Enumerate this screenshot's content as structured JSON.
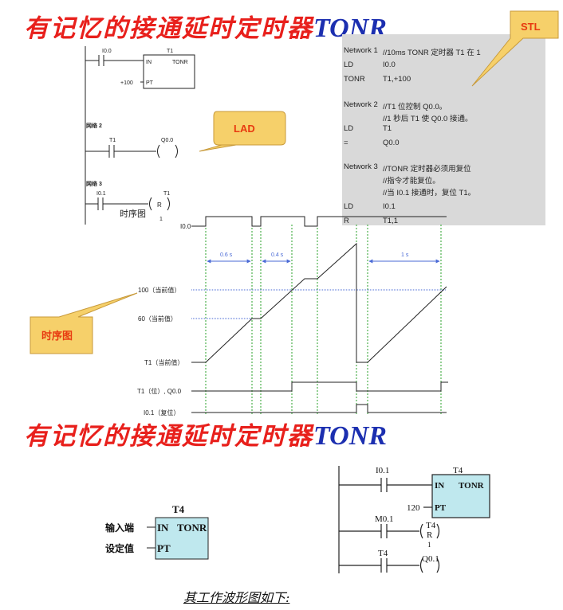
{
  "title_top": {
    "cn": "有记忆的接通延时定时器",
    "en": "TONR"
  },
  "title_bottom": {
    "cn": "有记忆的接通延时定时器",
    "en": "TONR"
  },
  "callouts": {
    "stl": "STL",
    "lad": "LAD",
    "timing": "时序图"
  },
  "lad_top": {
    "net1": {
      "contact": "I0.0",
      "timer": "T1",
      "in": "IN",
      "type": "TONR",
      "pt_value": "+100",
      "pt": "PT"
    },
    "net2": {
      "header": "网络 2",
      "contact": "T1",
      "coil": "Q0.0"
    },
    "net3": {
      "header": "网络 3",
      "contact": "I0.1",
      "timer": "T1",
      "reset": "R",
      "count": "1",
      "overlay": "时序图"
    }
  },
  "stl": {
    "lines": [
      {
        "op": "Network 1",
        "arg": "//10ms TONR 定时器 T1 在 1"
      },
      {
        "op": "LD",
        "arg": "I0.0"
      },
      {
        "op": "TONR",
        "arg": "T1,+100"
      },
      {
        "op": "Network 2",
        "arg": "//T1 位控制 Q0.0。"
      },
      {
        "op": "",
        "arg": "//1 秒后 T1 使 Q0.0 接通。"
      },
      {
        "op": "LD",
        "arg": "T1"
      },
      {
        "op": "=",
        "arg": "Q0.0"
      },
      {
        "op": "Network 3",
        "arg": "//TONR 定时器必须用复位"
      },
      {
        "op": "",
        "arg": "//指令才能复位。"
      },
      {
        "op": "",
        "arg": "//当 I0.1 接通时，复位 T1。"
      },
      {
        "op": "LD",
        "arg": "I0.1"
      },
      {
        "op": "R",
        "arg": "T1,1"
      }
    ]
  },
  "timing": {
    "signals": [
      "I0.0",
      "100（当前值）",
      "60（当前值）",
      "T1（当前值）",
      "T1（位）, Q0.0",
      "I0.1（复位）"
    ],
    "intervals": [
      "0.6 s",
      "0.4 s",
      "1 s"
    ]
  },
  "bottom_box": {
    "title": "T4",
    "in": "IN",
    "type": "TONR",
    "pt": "PT",
    "in_label": "输入端",
    "pt_label": "设定值"
  },
  "lad_bottom": {
    "rung1": {
      "contact": "I0.1",
      "timer": "T4",
      "in": "IN",
      "type": "TONR",
      "pt_value": "120",
      "pt": "PT"
    },
    "rung2": {
      "contact": "M0.1",
      "coil_top": "T4",
      "reset": "R",
      "count": "1"
    },
    "rung3": {
      "contact": "T4",
      "coil": "Q0.1"
    }
  },
  "caption": "其工作波形图如下:",
  "colors": {
    "title_red": "#e8201c",
    "title_blue": "#1c2fb0",
    "callout_fill": "#f6d06a",
    "callout_text": "#e83a10",
    "stl_bg": "#d9d9d9",
    "ladder_box": "#bfe8ee",
    "timing_green": "#2aa02a",
    "timing_blue": "#4a6ad6"
  }
}
